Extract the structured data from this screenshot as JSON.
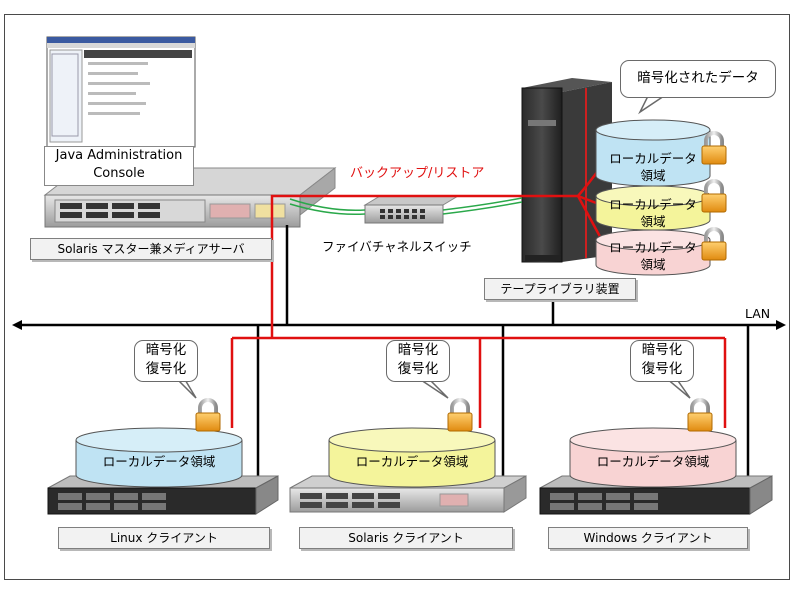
{
  "labels": {
    "java_console_line1": "Java Administration",
    "java_console_line2": "Console",
    "master_server": "Solaris マスター兼メディアサーバ",
    "fc_switch": "ファイバチャネルスイッチ",
    "tape_library": "テープライブラリ装置",
    "backup_restore": "バックアップ/リストア",
    "lan": "LAN",
    "encrypted_data": "暗号化されたデータ",
    "tape_region_line1": "ローカルデータ",
    "tape_region_line2": "領域",
    "client_region": "ローカルデータ領域",
    "crypto_line1": "暗号化",
    "crypto_line2": "復号化"
  },
  "clients": [
    {
      "name": "Linux クライアント",
      "color": "#bfe3f3"
    },
    {
      "name": "Solaris クライアント",
      "color": "#f4f49b"
    },
    {
      "name": "Windows クライアント",
      "color": "#f8d3d3"
    }
  ],
  "tape_regions": [
    {
      "color": "#bfe3f3"
    },
    {
      "color": "#f4f49b"
    },
    {
      "color": "#f8d3d3"
    }
  ],
  "colors": {
    "backup_line": "#e01010",
    "fc_link": "#2aa84a",
    "lan": "#000000",
    "lock_body": "#f0a020"
  }
}
